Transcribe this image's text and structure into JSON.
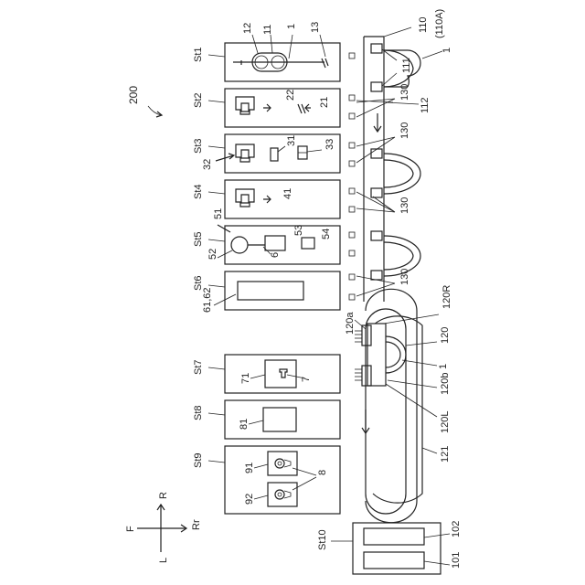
{
  "figure": {
    "ref_200": "200",
    "stations": [
      {
        "id": "st1",
        "label": "St1"
      },
      {
        "id": "st2",
        "label": "St2"
      },
      {
        "id": "st3",
        "label": "St3"
      },
      {
        "id": "st4",
        "label": "St4"
      },
      {
        "id": "st5",
        "label": "St5"
      },
      {
        "id": "st6",
        "label": "St6"
      },
      {
        "id": "st7",
        "label": "St7"
      },
      {
        "id": "st8",
        "label": "St8"
      },
      {
        "id": "st9",
        "label": "St9"
      },
      {
        "id": "st10",
        "label": "St10"
      }
    ],
    "refs": {
      "r12": "12",
      "r11": "11",
      "r1a": "1",
      "r13": "13",
      "r22": "22",
      "r21": "21",
      "r31": "31",
      "r33": "33",
      "r32": "32",
      "r41": "41",
      "r51": "51",
      "r53": "53",
      "r54": "54",
      "r52": "52",
      "r6": "6",
      "r6162": "61,62",
      "r71": "71",
      "r7": "7",
      "r81": "81",
      "r91": "91",
      "r92": "92",
      "r8": "8",
      "r102": "102",
      "r101": "101",
      "r110": "110",
      "r110A": "(110A)",
      "r1b": "1",
      "r111": "111",
      "r112": "112",
      "r130a": "130",
      "r130b": "130",
      "r130c": "130",
      "r130d": "130",
      "r120a": "120a",
      "r120R": "120R",
      "r120": "120",
      "r1c": "1",
      "r120b": "120b",
      "r120L": "120L",
      "r121": "121"
    },
    "directions": {
      "R": "R",
      "F": "F",
      "Rr": "Rr",
      "L": "L"
    }
  }
}
